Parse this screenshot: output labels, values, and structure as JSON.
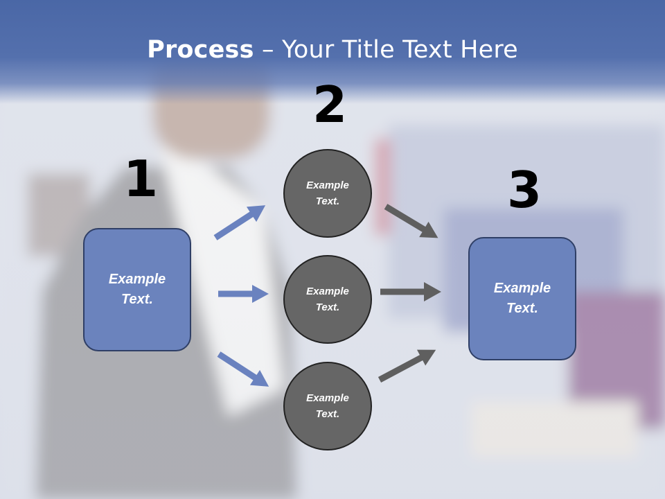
{
  "title": {
    "bold": "Process",
    "rest": " – Your Title Text Here"
  },
  "steps": [
    {
      "number": "1",
      "label": "Example Text."
    },
    {
      "number": "2",
      "label": "Example Text."
    },
    {
      "number": "3",
      "label": "Example Text."
    }
  ],
  "circles": [
    {
      "label": "Example Text."
    },
    {
      "label": "Example Text."
    },
    {
      "label": "Example Text."
    }
  ],
  "colors": {
    "header": "#4a67a6",
    "box_fill": "#6b83bd",
    "circle_fill": "#666666",
    "blue_arrow": "#6a82bf",
    "gray_arrow": "#5f5f5f"
  }
}
